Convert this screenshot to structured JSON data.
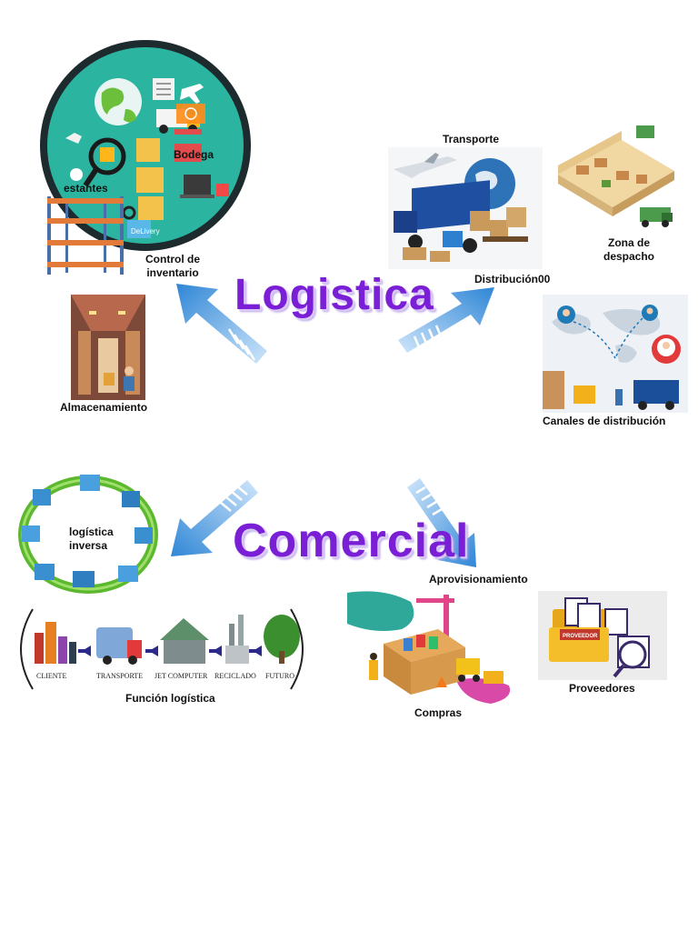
{
  "titles": {
    "logistica": "Logistica",
    "comercial": "Comercial"
  },
  "labels": {
    "transporte": "Transporte",
    "bodega": "Bodega",
    "estantes": "estantes",
    "control_inventario_1": "Control de",
    "control_inventario_2": "inventario",
    "zona_despacho_1": "Zona de",
    "zona_despacho_2": "despacho",
    "distribucion": "Distribución00",
    "almacenamiento": "Almacenamiento",
    "canales_distribucion": "Canales de distribución",
    "logistica_inversa_1": "logística",
    "logistica_inversa_2": "inversa",
    "aprovisionamiento": "Aprovisionamiento",
    "funcion_logistica": "Función logística",
    "proveedores": "Proveedores",
    "compras": "Compras"
  },
  "image_text": {
    "delivery": "DeLivery",
    "cliente": "CLIENTE",
    "transporte": "TRANSPORTE",
    "jet_computer": "JET COMPUTER",
    "reciclado": "RECICLADO",
    "futuro": "FUTURO",
    "proveedor": "PROVEEDOR"
  },
  "colors": {
    "title": "#7a1fd6",
    "arrow_light": "#cfe6fb",
    "arrow_dark": "#2f86d6",
    "circle_bg": "#2bb5a0"
  }
}
